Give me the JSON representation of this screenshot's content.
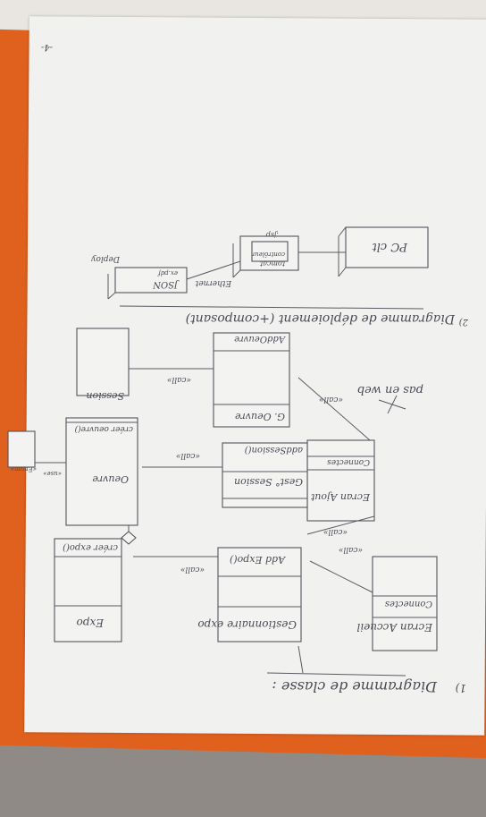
{
  "page_number": "-4-",
  "section1_title": "Diagramme de classe :",
  "section2_title": "Diagramme de déploiement (+composant)",
  "margin_number_1": "1)",
  "margin_number_2": "2)",
  "classes": {
    "ecran_accueil": {
      "name": "Ecran Accueil",
      "attr": "Connectes"
    },
    "ecran_ajout": {
      "name": "Ecran Ajout",
      "attr": "Connectes"
    },
    "expo": {
      "name": "Expo",
      "method": "créer expo()"
    },
    "gestionnaire_expo": {
      "name": "Gestionnaire expo",
      "method": "Add Expo()"
    },
    "gest_session": {
      "name": "Gest° Session",
      "method": "addSession()"
    },
    "g_oeuvre": {
      "name": "G. Oeuvre",
      "method": "AddOeuvre"
    },
    "oeuvre": {
      "name": "Oeuvre",
      "method": "créer oeuvre()"
    },
    "session": {
      "name": "Session"
    }
  },
  "relations": {
    "call1": "«call»",
    "call2": "«call»",
    "call3": "«call»",
    "call4": "«call»",
    "call5": "«call»",
    "call6": "«call»",
    "use": "«use»",
    "use_target": "«Enum»"
  },
  "notes": {
    "pas_en_web": "pas en web"
  },
  "deployment": {
    "pc_client": "PC clt",
    "tomcat_line1": "tomcat",
    "tomcat_line2": "contrôleur",
    "tomcat_line3": ".jsp",
    "json_node": "JSON",
    "json_sub": "ex.pdf",
    "ethernet": "Ethernet",
    "deploy_label": "Deploy"
  }
}
